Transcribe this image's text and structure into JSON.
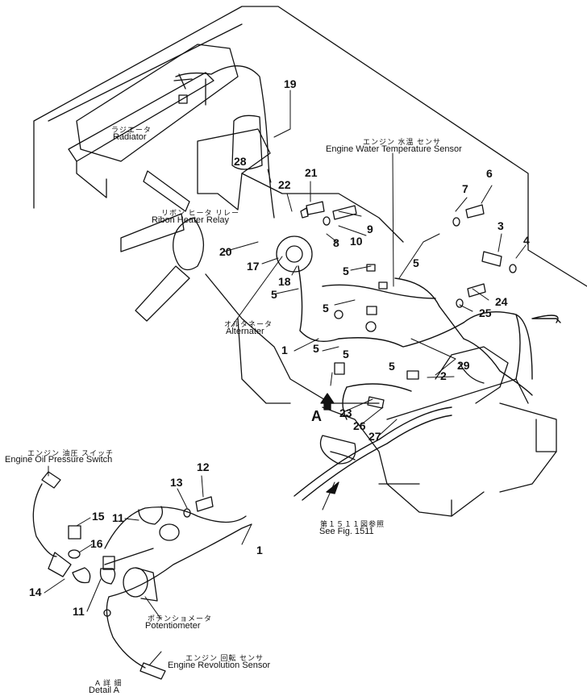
{
  "part_numbers": {
    "p1a": "1",
    "p1b": "1",
    "p2": "2",
    "p3": "3",
    "p4": "4",
    "p5a": "5",
    "p5b": "5",
    "p5c": "5",
    "p5d": "5",
    "p5e": "5",
    "p5f": "5",
    "p5g": "5",
    "p6": "6",
    "p7": "7",
    "p8": "8",
    "p9": "9",
    "p10": "10",
    "p11a": "11",
    "p11b": "11",
    "p12": "12",
    "p13": "13",
    "p14": "14",
    "p15": "15",
    "p16": "16",
    "p17": "17",
    "p18": "18",
    "p19": "19",
    "p20": "20",
    "p21": "21",
    "p22": "22",
    "p23": "23",
    "p24": "24",
    "p25": "25",
    "p26": "26",
    "p27": "27",
    "p28": "28",
    "p29": "29"
  },
  "labels": {
    "radiator_jp": "ラジエータ",
    "radiator_en": "Radiator",
    "water_temp_jp": "エンジン 水温 センサ",
    "water_temp_en": "Engine Water Temperature Sensor",
    "ribbon_relay_jp": "リボン ヒータ リレー",
    "ribbon_relay_en": "Ribon Heater Relay",
    "alternator_jp": "オルタネータ",
    "alternator_en": "Alternater",
    "oil_pressure_jp": "エンジン 油圧 スイッチ",
    "oil_pressure_en": "Engine Oil Pressure Switch",
    "see_fig_jp": "第１５１１図参照",
    "see_fig_en": "See Fig. 1511",
    "potentiometer_jp": "ポテンショメータ",
    "potentiometer_en": "Potentiometer",
    "revolution_jp": "エンジン 回転 センサ",
    "revolution_en": "Engine Revolution Sensor",
    "detail_a_jp": "A 詳 細",
    "detail_a_en": "Detail A",
    "view_a": "A"
  }
}
